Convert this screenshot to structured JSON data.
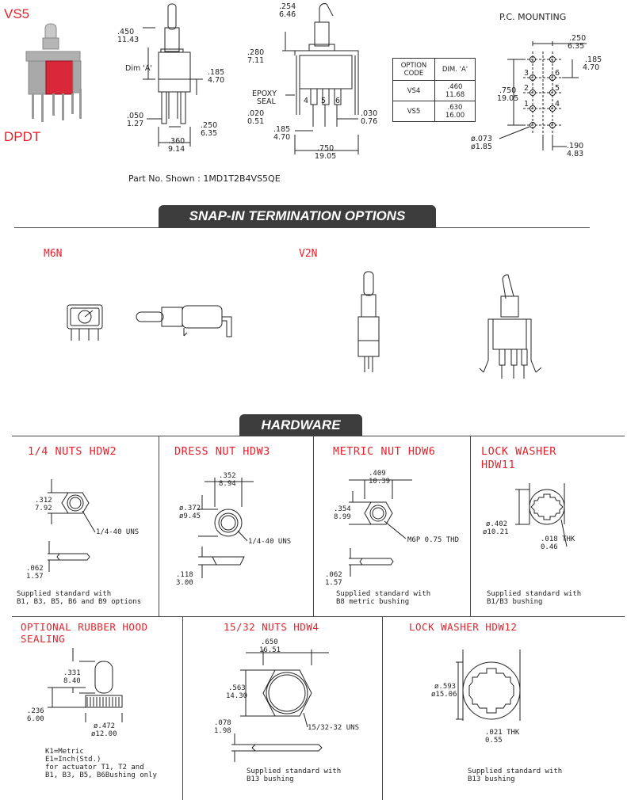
{
  "header": {
    "model": "VS5",
    "type": "DPDT",
    "part_no": "Part No. Shown : 1MD1T2B4VS5QE",
    "pc_mounting": "P.C. MOUNTING"
  },
  "dims_main": {
    "d450": ".450",
    "d450m": "11.43",
    "dim_a": "Dim  'A'",
    "d185": ".185",
    "d185m": "4.70",
    "d050": ".050",
    "d050m": "1.27",
    "d250": ".250",
    "d250m": "6.35",
    "d360": ".360",
    "d360m": "9.14"
  },
  "dims_side": {
    "d254": ".254",
    "d254m": "6.46",
    "d280": ".280",
    "d280m": "7.11",
    "epoxy": "EPOXY",
    "seal": "SEAL",
    "p4": "4",
    "p5": "5",
    "p6": "6",
    "d020": ".020",
    "d020m": "0.51",
    "d030": ".030",
    "d030m": "0.76",
    "d185": ".185",
    "d185m": "4.70",
    "d750": ".750",
    "d750m": "19.05"
  },
  "option_table": {
    "h1": "OPTION CODE",
    "h2": "DIM. 'A'",
    "rows": [
      {
        "code": "VS4",
        "in": ".460",
        "mm": "11.68"
      },
      {
        "code": "VS5",
        "in": ".630",
        "mm": "16.00"
      }
    ]
  },
  "dims_pc": {
    "d250": ".250",
    "d250m": "6.35",
    "d185": ".185",
    "d185m": "4.70",
    "d750": ".750",
    "d750m": "19.05",
    "d073": "ø.073",
    "d073m": "ø1.85",
    "d190": ".190",
    "d190m": "4.83",
    "pins": [
      "3",
      "6",
      "2",
      "5",
      "1",
      "4"
    ]
  },
  "snap": {
    "title": "SNAP-IN TERMINATION OPTIONS",
    "m6n": "M6N",
    "v2n": "V2N"
  },
  "hardware": {
    "title": "HARDWARE",
    "hdw2": {
      "title": "1/4 NUTS HDW2",
      "d1": ".312",
      "d1m": "7.92",
      "thread": "1/4-40 UNS",
      "d2": ".062",
      "d2m": "1.57",
      "note1": "Supplied standard with",
      "note2": "B1, B3, B5, B6 and B9 options"
    },
    "hdw3": {
      "title": "DRESS NUT HDW3",
      "d1": ".352",
      "d1m": "8.94",
      "d2": "ø.372",
      "d2m": "ø9.45",
      "thread": "1/4-40 UNS",
      "d3": ".118",
      "d3m": "3.00"
    },
    "hdw6": {
      "title": "METRIC NUT HDW6",
      "d1": ".409",
      "d1m": "10.39",
      "d2": ".354",
      "d2m": "8.99",
      "thread": "M6P 0.75 THD",
      "d3": ".062",
      "d3m": "1.57",
      "note1": "Supplied standard with",
      "note2": "B8 metric bushing"
    },
    "hdw11": {
      "title1": "LOCK WASHER",
      "title2": "HDW11",
      "d1": "ø.402",
      "d1m": "ø10.21",
      "d2": ".018 THK",
      "d2m": "0.46",
      "note1": "Supplied standard with",
      "note2": "B1/B3 bushing"
    },
    "hood": {
      "title1": "OPTIONAL RUBBER HOOD",
      "title2": "SEALING",
      "d1": ".331",
      "d1m": "8.40",
      "d2": ".236",
      "d2m": "6.00",
      "d3": "ø.472",
      "d3m": "ø12.00",
      "n1": "K1=Metric",
      "n2": "E1=Inch(Std.)",
      "n3": "for actuator T1, T2 and",
      "n4": "B1, B3, B5, B6Bushing only"
    },
    "hdw4": {
      "title": "15/32 NUTS HDW4",
      "d1": ".650",
      "d1m": "16.51",
      "d2": ".563",
      "d2m": "14.30",
      "thread": "15/32-32 UNS",
      "d3": ".078",
      "d3m": "1.98",
      "note1": "Supplied standard with",
      "note2": "B13 bushing"
    },
    "hdw12": {
      "title": "LOCK WASHER HDW12",
      "d1": "ø.593",
      "d1m": "ø15.06",
      "d2": ".021 THK",
      "d2m": "0.55",
      "note1": "Supplied standard with",
      "note2": "B13 bushing"
    }
  }
}
